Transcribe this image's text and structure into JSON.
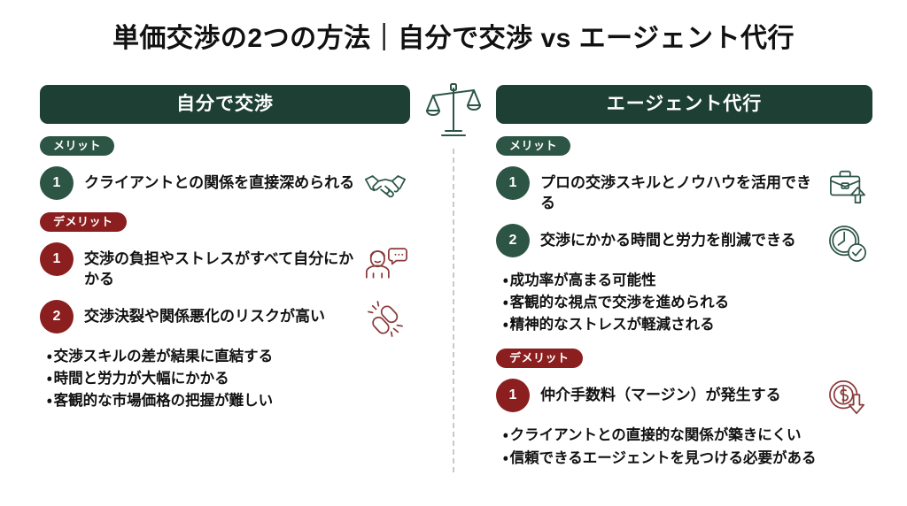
{
  "title": "単価交渉の2つの方法｜自分で交渉 vs エージェント代行",
  "colors": {
    "green_dark": "#1e4034",
    "green_badge": "#2d5546",
    "red_dark": "#8b1e1e",
    "text": "#111111",
    "divider": "#c9c9c9"
  },
  "center_icon": "balance-scale-icon",
  "columns": {
    "left": {
      "header": "自分で交渉",
      "sections": [
        {
          "pill": "メリット",
          "type": "merit",
          "items": [
            {
              "num": "1",
              "text": "クライアントとの関係を直接深められる",
              "icon": "handshake-icon"
            }
          ],
          "bullets": []
        },
        {
          "pill": "デメリット",
          "type": "demerit",
          "items": [
            {
              "num": "1",
              "text": "交渉の負担やストレスがすべて自分にかかる",
              "icon": "stressed-person-icon"
            },
            {
              "num": "2",
              "text": "交渉決裂や関係悪化のリスクが高い",
              "icon": "broken-chain-icon"
            }
          ],
          "bullets": [
            "交渉スキルの差が結果に直結する",
            "時間と労力が大幅にかかる",
            "客観的な市場価格の把握が難しい"
          ]
        }
      ]
    },
    "right": {
      "header": "エージェント代行",
      "sections": [
        {
          "pill": "メリット",
          "type": "merit",
          "items": [
            {
              "num": "1",
              "text": "プロの交渉スキルとノウハウを活用できる",
              "icon": "briefcase-up-icon"
            },
            {
              "num": "2",
              "text": "交渉にかかる時間と労力を削減できる",
              "icon": "clock-check-icon"
            }
          ],
          "bullets": [
            "成功率が高まる可能性",
            "客観的な視点で交渉を進められる",
            "精神的なストレスが軽減される"
          ]
        },
        {
          "pill": "デメリット",
          "type": "demerit",
          "items": [
            {
              "num": "1",
              "text": "仲介手数料（マージン）が発生する",
              "icon": "money-down-icon"
            }
          ],
          "bullets": [
            "クライアントとの直接的な関係が築きにくい",
            "信頼できるエージェントを見つける必要がある"
          ]
        }
      ]
    }
  },
  "bullet_marker": "・"
}
